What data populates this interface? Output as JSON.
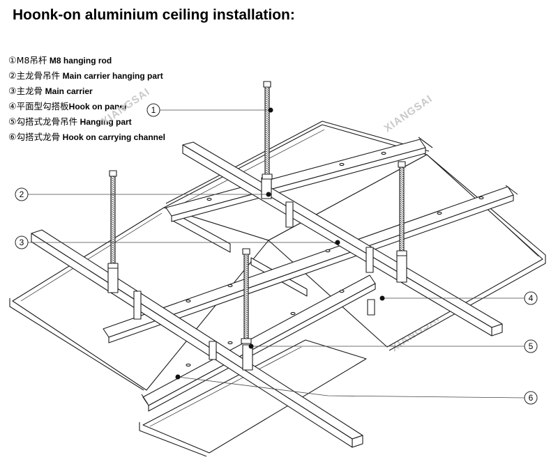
{
  "title": "Hoonk-on aluminium ceiling installation:",
  "legend": [
    {
      "num": "①",
      "cn": "M8吊杆",
      "en": "M8 hanging rod"
    },
    {
      "num": "②",
      "cn": "主龙骨吊件",
      "en": "Main carrier hanging part"
    },
    {
      "num": "③",
      "cn": "主龙骨",
      "en": "Main carrier"
    },
    {
      "num": "④",
      "cn": "平面型勾搭板",
      "en": "Hook on panel"
    },
    {
      "num": "⑤",
      "cn": "勾搭式龙骨吊件",
      "en": "Hanging part"
    },
    {
      "num": "⑥",
      "cn": "勾搭式龙骨",
      "en": "Hook on carrying channel"
    }
  ],
  "callouts": [
    "1",
    "2",
    "3",
    "4",
    "5",
    "6"
  ],
  "watermark": "XIANGSAI"
}
